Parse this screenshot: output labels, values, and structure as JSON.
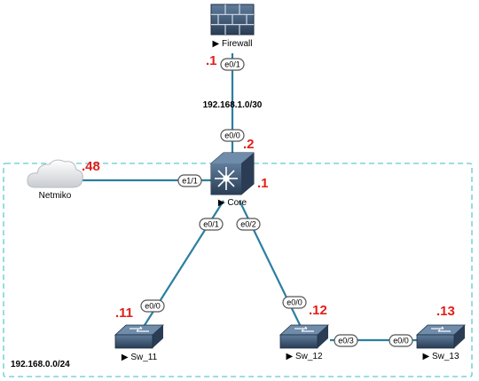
{
  "colors": {
    "link": "#2b7fa0",
    "zone_border": "#5fcad3",
    "ip_suffix": "#e0201b",
    "device_dark": "#2a3d55",
    "device_light": "#516d8c"
  },
  "devices": {
    "firewall": {
      "label": "▶ Firewall",
      "icon": "firewall-icon"
    },
    "core": {
      "label": "▶ Core",
      "icon": "layer3-switch-icon"
    },
    "netmiko": {
      "label": "Netmiko",
      "icon": "cloud-icon"
    },
    "sw11": {
      "label": "▶ Sw_11",
      "icon": "switch-icon"
    },
    "sw12": {
      "label": "▶ Sw_12",
      "icon": "switch-icon"
    },
    "sw13": {
      "label": "▶ Sw_13",
      "icon": "switch-icon"
    }
  },
  "networks": {
    "uplink": "192.168.1.0/30",
    "lan": "192.168.0.0/24"
  },
  "ips": {
    "firewall": ".1",
    "core_uplink": ".2",
    "core_lan": ".1",
    "netmiko": ".48",
    "sw11": ".11",
    "sw12": ".12",
    "sw13": ".13"
  },
  "ports": {
    "fw_e0_1": "e0/1",
    "core_e0_0": "e0/0",
    "core_e1_1": "e1/1",
    "core_e0_1": "e0/1",
    "core_e0_2": "e0/2",
    "sw11_e0_0": "e0/0",
    "sw12_e0_0": "e0/0",
    "sw12_e0_3": "e0/3",
    "sw13_e0_0": "e0/0"
  }
}
